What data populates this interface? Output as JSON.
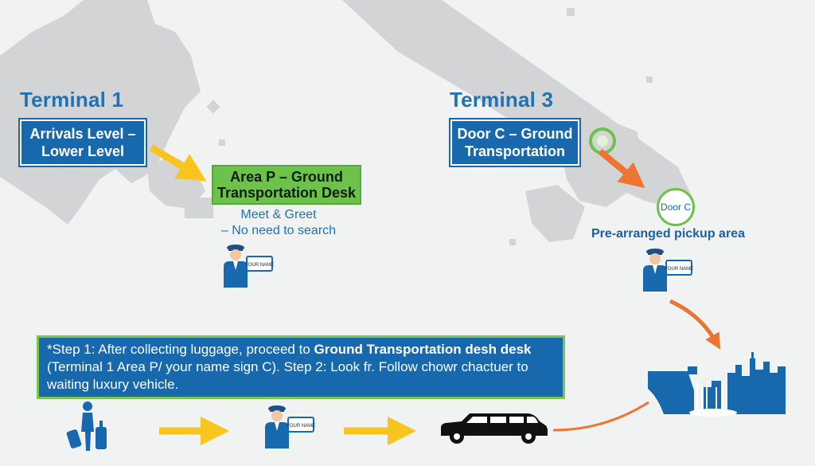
{
  "terminal1": {
    "title": "Terminal 1",
    "arrivals_sign": {
      "line1": "Arrivals Level –",
      "line2": "Lower Level"
    },
    "desk_sign": {
      "line1": "Area P – Ground",
      "line2": "Transportation Desk"
    },
    "meet_text": {
      "line1": "Meet & Greet",
      "line2": "– No need to search"
    },
    "chauffeur_sign": "YOUR NAME"
  },
  "terminal3": {
    "title": "Terminal 3",
    "door_sign": {
      "line1": "Door C – Ground",
      "line2": "Transportation"
    },
    "door_marker": "Door C",
    "pickup_text": "Pre-arranged pickup area",
    "chauffeur_sign": "YOUR NAME"
  },
  "steps_box": {
    "line1_plain": "*Step 1: After collecting luggage, proceed to ",
    "line1_bold": "Ground Transportation desh desk",
    "line2": "(Terminal 1 Area P/ your name sign C). Step 2: Look fr. Follow chowr chactuer to",
    "line3": "waiting luxury vehicle."
  },
  "flow": {
    "chauffeur_sign": "YOUR NAME"
  },
  "colors": {
    "sign_blue": "#1768ad",
    "title_blue": "#1f72b8",
    "desk_green": "#6cc24a",
    "arrow_yellow": "#f7c51e",
    "arrow_orange": "#ee7431",
    "map_gray": "#d3d4d5"
  },
  "icons": [
    "traveler-with-luggage-icon",
    "chauffeur-icon",
    "limousine-icon",
    "city-skyline-icon",
    "location-ring-icon"
  ]
}
